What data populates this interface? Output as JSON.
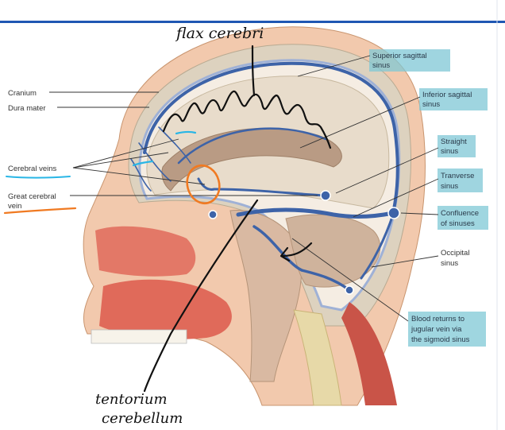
{
  "printed_labels": {
    "cranium": "Cranium",
    "dura_mater": "Dura mater",
    "cerebral_veins": "Cerebral veins",
    "great_cerebral_vein_line1": "Great cerebral",
    "great_cerebral_vein_line2": "vein",
    "superior_sagittal_line1": "Superior sagittal",
    "superior_sagittal_line2": "sinus",
    "inferior_sagittal_line1": "Inferior sagittal",
    "inferior_sagittal_line2": "sinus",
    "straight_line1": "Straight",
    "straight_line2": "sinus",
    "transverse_line1": "Tranverse",
    "transverse_line2": "sinus",
    "confluence_line1": "Confluence",
    "confluence_line2": "of sinuses",
    "occipital_line1": "Occipital",
    "occipital_line2": "sinus",
    "blood_returns_line1": "Blood returns to",
    "blood_returns_line2": "jugular vein via",
    "blood_returns_line3": "the sigmoid sinus"
  },
  "handwritten": {
    "falx_cerebri": "flax cerebri",
    "tentorium_line1": "tentorium",
    "tentorium_line2": "cerebellum"
  },
  "colors": {
    "highlight_teal": "#7fc8d6",
    "vein_blue": "#3d63a8",
    "annotation_orange": "#f07a22",
    "annotation_cyan": "#29b6e6",
    "skin": "#f2c9ad",
    "brain": "#e8dccb",
    "tissue_red": "#e06a5a",
    "top_bar_blue": "#1f57b3"
  }
}
